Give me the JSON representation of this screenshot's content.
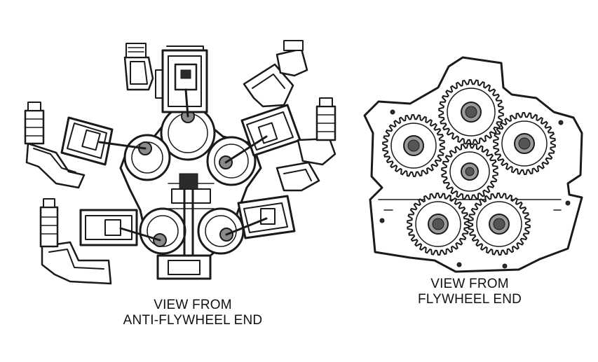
{
  "captions": {
    "left_line1": "VIEW FROM",
    "left_line2": "ANTI-FLYWHEEL END",
    "right_line1": "VIEW FROM",
    "right_line2": "FLYWHEEL END"
  }
}
